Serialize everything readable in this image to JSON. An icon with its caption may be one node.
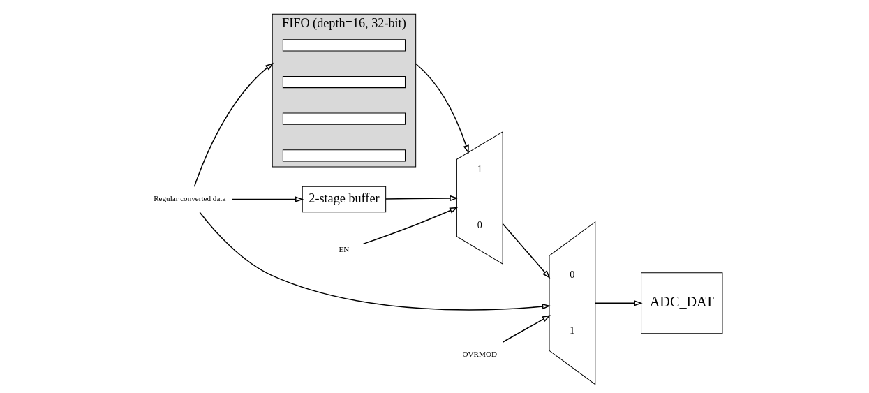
{
  "diagram": {
    "nodes": [
      {
        "text": [
          "Regular converted data"
        ]
      },
      {
        "text": [
          "FIFO (depth=16, 32-bit)"
        ]
      },
      {
        "text": [],
        "shape": "box",
        "in": 1
      },
      {
        "text": [],
        "shape": "box",
        "in": 1
      },
      {
        "text": [],
        "shape": "box",
        "in": 1
      },
      {
        "text": [],
        "shape": "box",
        "in": 1
      },
      {
        "text": [
          "1",
          "0"
        ]
      },
      {
        "text": [
          "EN"
        ]
      },
      {
        "text": [
          "2-stage buffer"
        ]
      },
      {
        "text": [
          "0",
          "1"
        ]
      },
      {
        "text": [
          "OVRMOD"
        ]
      },
      {
        "text": [
          "ADC_DAT"
        ]
      }
    ],
    "edges": [
      {
        "from": 0,
        "to": 1,
        "arrow": "to"
      },
      {
        "from": 0,
        "to": 8,
        "arrow": "to"
      },
      {
        "from": 0,
        "to": 9,
        "arrow": "to"
      },
      {
        "from": 1,
        "to": 6,
        "arrow": "to"
      },
      {
        "from": 8,
        "to": 6,
        "arrow": "to"
      },
      {
        "from": 7,
        "to": 6,
        "arrow": "to"
      },
      {
        "from": 6,
        "to": 9,
        "arrow": "to"
      },
      {
        "from": 10,
        "to": 9,
        "arrow": "to"
      },
      {
        "from": 9,
        "to": 11,
        "arrow": "to"
      }
    ]
  }
}
